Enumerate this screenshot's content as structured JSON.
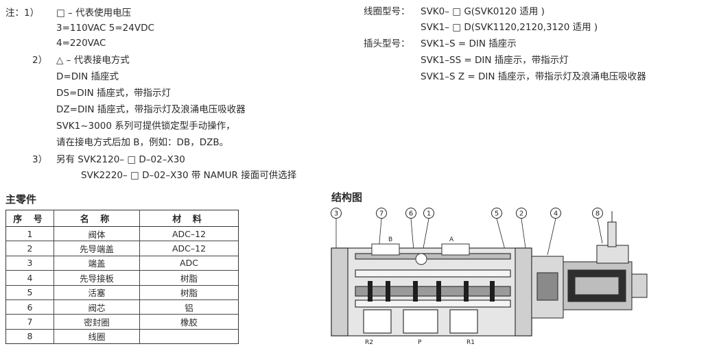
{
  "notes": {
    "label": "注：1）",
    "n1_title": "□ – 代表使用电压",
    "n1_volt1": "3=110VAC   5=24VDC",
    "n1_volt2": "4=220VAC",
    "n2_num": "2）",
    "n2_title": "△ – 代表接电方式",
    "n2_d": "D=DIN 插座式",
    "n2_ds": "DS=DIN 插座式，带指示灯",
    "n2_dz": "DZ=DIN 插座式，带指示灯及浪涌电压吸收器",
    "n2_svk": "SVK1~3000 系列可提供锁定型手动操作，",
    "n2_add": "请在接电方式后加 B，例如：DB，DZB。",
    "n3_num": "3）",
    "n3_line1": "另有 SVK2120– □ D–02–X30",
    "n3_line2": "SVK2220– □ D–02–X30 带 NAMUR 接面可供选择"
  },
  "coil": {
    "label": "线圈型号：",
    "line1": "SVK0– □ G(SVK0120 适用 )",
    "line2": "SVK1– □ D(SVK1120,2120,3120 适用 )"
  },
  "plug": {
    "label": "插头型号：",
    "line1": "SVK1–S = DIN 插座示",
    "line2": "SVK1–SS = DIN 插座示，带指示灯",
    "line3": "SVK1–S Z = DIN 插座示，带指示灯及浪涌电压吸收器"
  },
  "parts": {
    "title": "主零件",
    "headers": [
      "序 号",
      "名 称",
      "材 料"
    ],
    "rows": [
      [
        "1",
        "阀体",
        "ADC–12"
      ],
      [
        "2",
        "先导端盖",
        "ADC–12"
      ],
      [
        "3",
        "端盖",
        "ADC"
      ],
      [
        "4",
        "先导接板",
        "树脂"
      ],
      [
        "5",
        "活塞",
        "树脂"
      ],
      [
        "6",
        "阀芯",
        "铝"
      ],
      [
        "7",
        "密封圈",
        "橡胶"
      ],
      [
        "8",
        "线圈",
        ""
      ]
    ]
  },
  "structure": {
    "title": "结构图",
    "callouts": [
      "3",
      "7",
      "6",
      "1",
      "5",
      "2",
      "4",
      "8"
    ],
    "port_labels": [
      "B",
      "A",
      "R2",
      "P",
      "R1"
    ]
  }
}
